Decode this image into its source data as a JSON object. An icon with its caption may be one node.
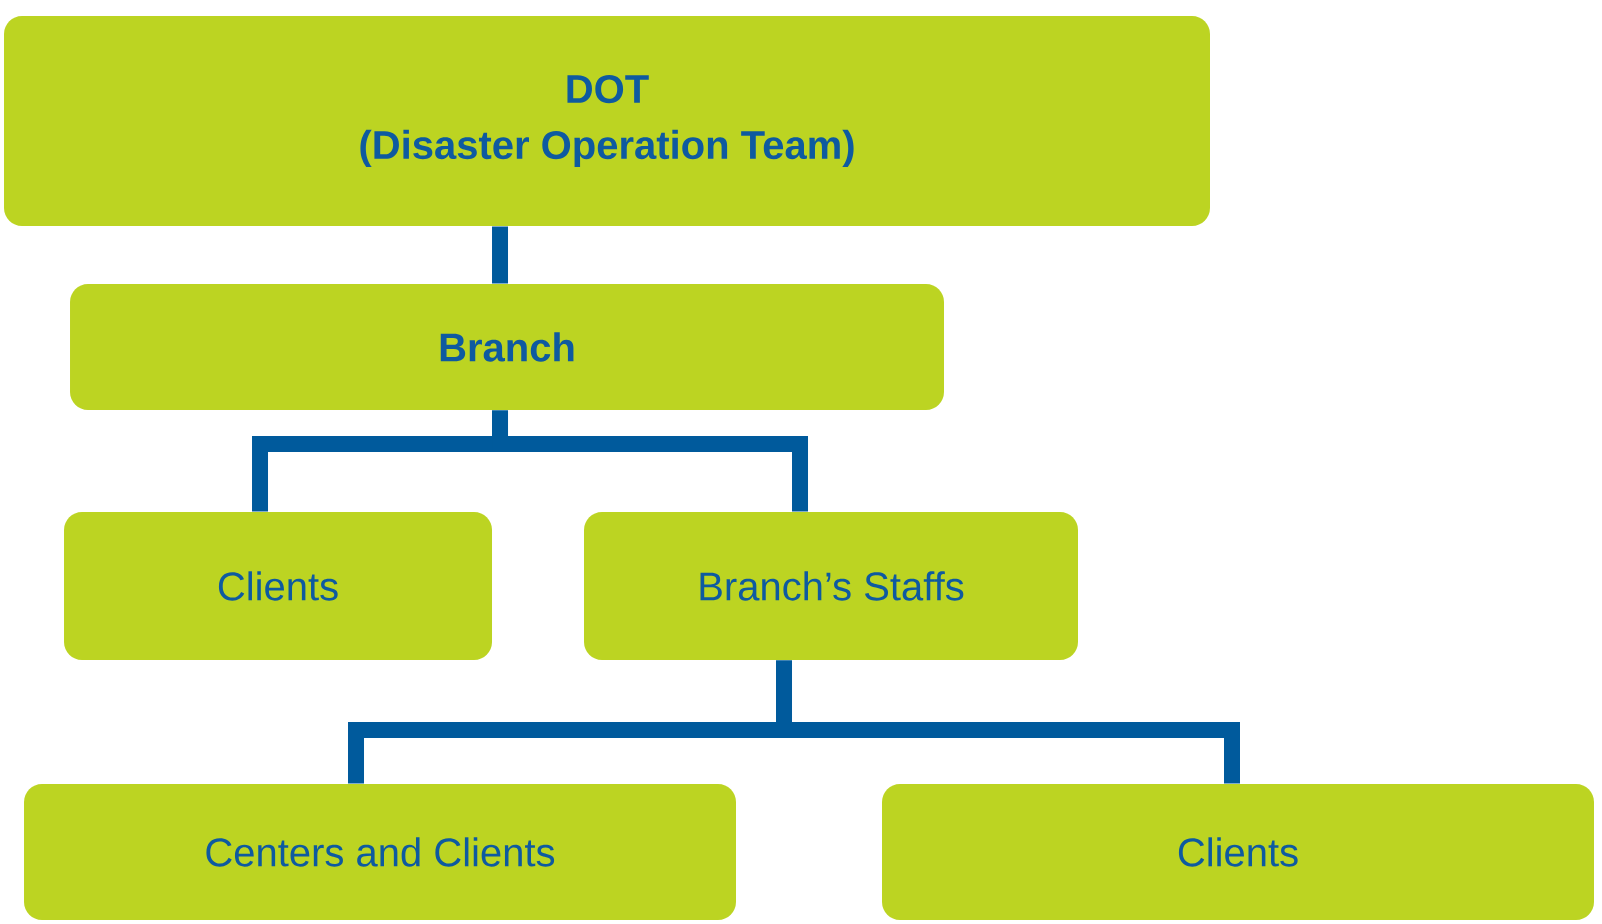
{
  "diagram": {
    "nodes": [
      {
        "text": [
          "DOT",
          "(Disaster Operation Team)"
        ]
      },
      {
        "text": [
          "Branch"
        ]
      },
      {
        "text": [
          "Clients"
        ]
      },
      {
        "text": [
          "Branch’s Staffs"
        ]
      },
      {
        "text": [
          "Centers and Clients"
        ]
      },
      {
        "text": [
          "Clients"
        ]
      }
    ],
    "edges": [
      {
        "from": 0,
        "to": 1,
        "arrow": "none"
      },
      {
        "from": 1,
        "to": 2,
        "arrow": "none"
      },
      {
        "from": 1,
        "to": 3,
        "arrow": "none"
      },
      {
        "from": 3,
        "to": 4,
        "arrow": "none"
      },
      {
        "from": 3,
        "to": 5,
        "arrow": "none"
      }
    ]
  }
}
